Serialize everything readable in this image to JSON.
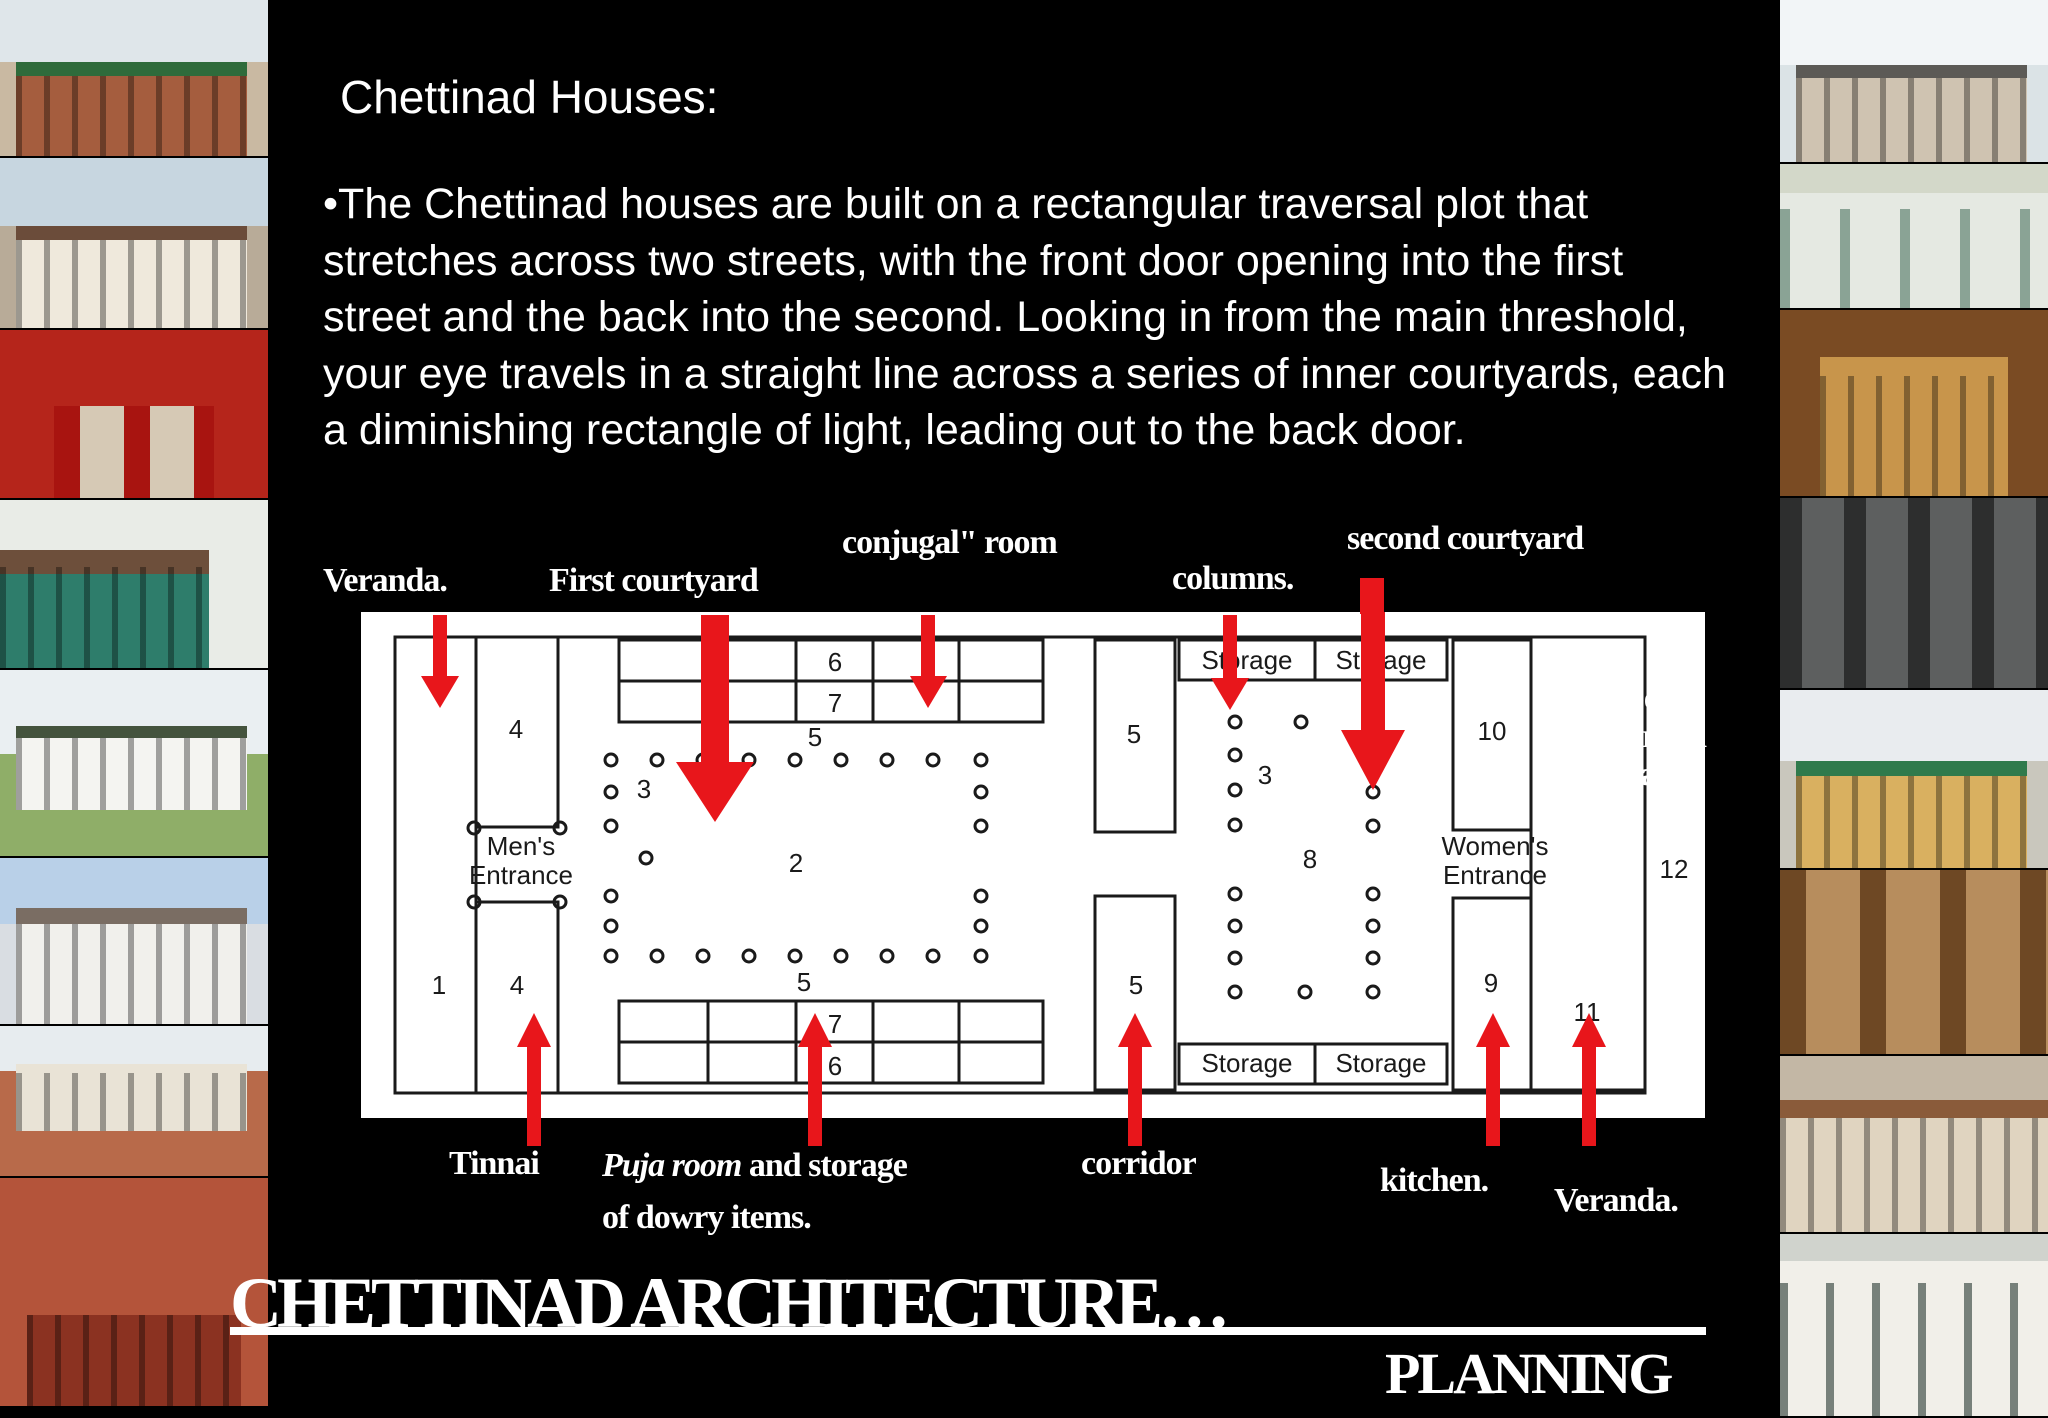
{
  "heading": "Chettinad Houses:",
  "paragraph": "•The Chettinad houses are built on a rectangular traversal plot that stretches across two streets, with the front door opening into the first street and the back into the second. Looking in from the main threshold, your eye travels in a straight line across a series of inner courtyards, each a diminishing rectangle of light, leading out to the back door.",
  "labels": {
    "veranda_top": "Veranda.",
    "first_courtyard": "First courtyard",
    "conjugal_room": "conjugal\" room",
    "columns": "columns.",
    "second_courtyard": "second courtyard",
    "open_garden": [
      "open",
      "garden",
      "space"
    ],
    "tinnai": "Tinnai",
    "puja_room_italic": "Puja room",
    "puja_room_rest": " and storage",
    "puja_room_line2": "of dowry items.",
    "corridor": "corridor",
    "kitchen": "kitchen.",
    "veranda_bottom": "Veranda."
  },
  "plan": {
    "room_numbers": [
      "1",
      "2",
      "3",
      "3",
      "4",
      "4",
      "5",
      "5",
      "5",
      "5",
      "6",
      "6",
      "7",
      "7",
      "8",
      "9",
      "10",
      "11",
      "12"
    ],
    "mens_entrance": [
      "Men's",
      "Entrance"
    ],
    "womens_entrance": [
      "Women's",
      "Entrance"
    ],
    "storage": "Storage"
  },
  "footer": {
    "title": "CHETTINAD ARCHITECTURE…",
    "subtitle": "PLANNING"
  },
  "colors": {
    "background": "#000000",
    "text": "#ffffff",
    "arrow": "#e8161b",
    "plan_paper": "#ffffff",
    "plan_ink": "#1a1a1a"
  }
}
